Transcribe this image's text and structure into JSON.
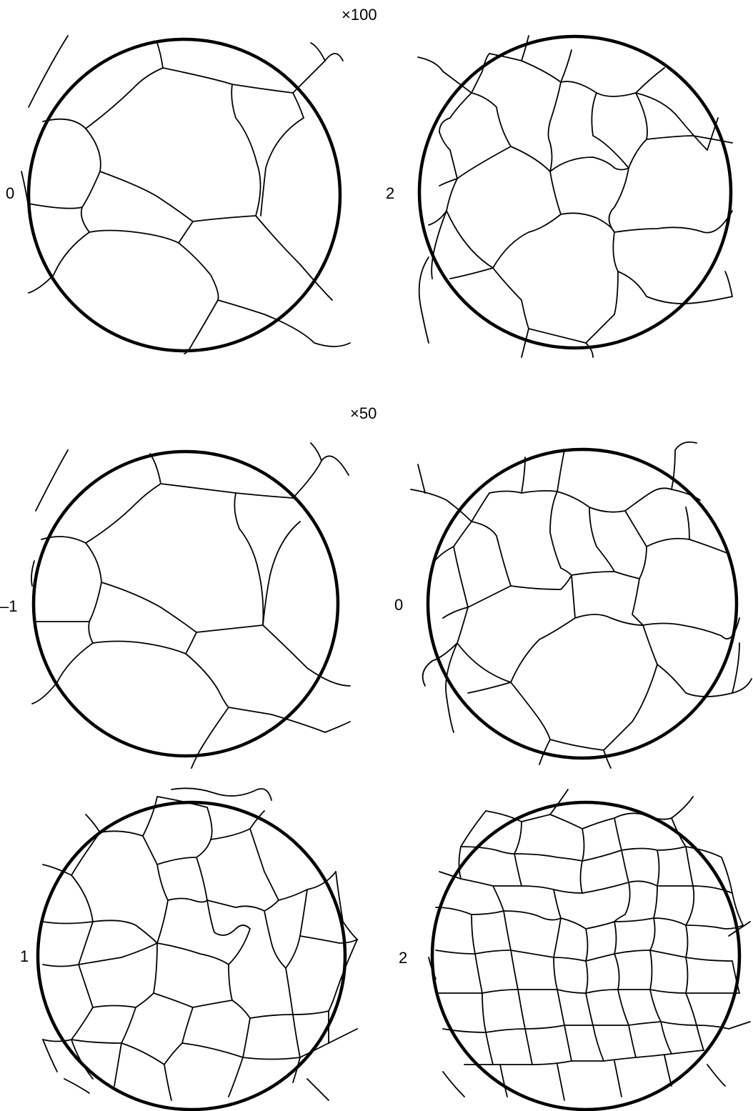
{
  "magnifications": {
    "top": "×100",
    "middle": "×50"
  },
  "panels": [
    {
      "id": "p100-0",
      "label": "0"
    },
    {
      "id": "p100-2",
      "label": "2"
    },
    {
      "id": "p50-m1",
      "label": "–1"
    },
    {
      "id": "p50-0",
      "label": "0"
    },
    {
      "id": "p50-1",
      "label": "1"
    },
    {
      "id": "p50-2",
      "label": "2"
    }
  ],
  "colors": {
    "line": "#000000",
    "background": "#ffffff"
  }
}
